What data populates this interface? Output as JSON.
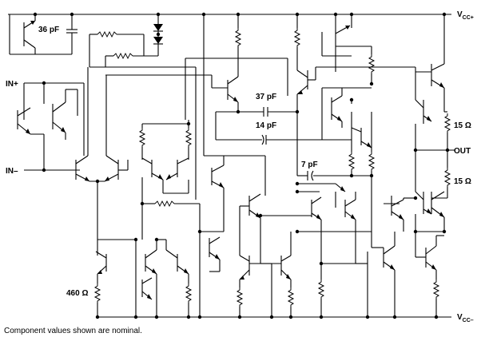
{
  "labels": {
    "vcc_plus": "V",
    "vcc_plus_sub": "CC+",
    "vcc_minus": "V",
    "vcc_minus_sub": "CC–",
    "in_plus": "IN+",
    "in_minus": "IN–",
    "out": "OUT",
    "c_36": "36 pF",
    "c_37": "37 pF",
    "c_14": "14 pF",
    "c_7": "7 pF",
    "r_15_top": "15 Ω",
    "r_15_bottom": "15 Ω",
    "r_460": "460 Ω"
  },
  "footnote": "Component values shown are nominal."
}
